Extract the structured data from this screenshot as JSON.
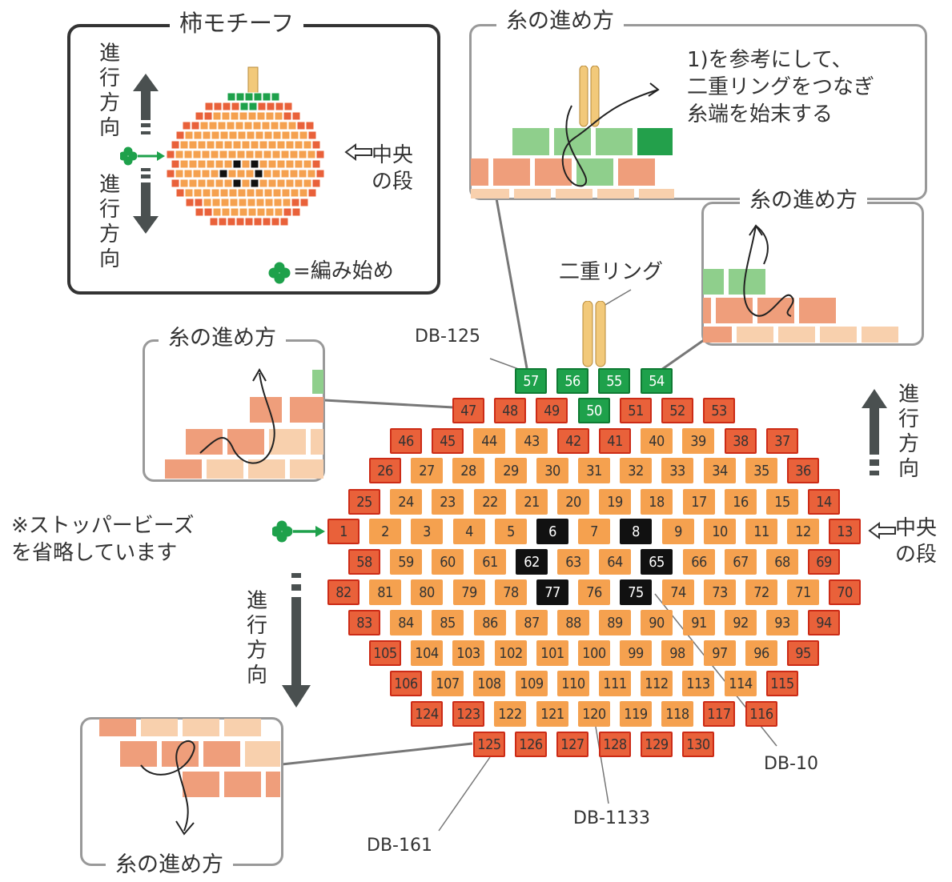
{
  "motif_box": {
    "title": "柿モチーフ",
    "arrow_up_text": "進\n行\n方\n向",
    "arrow_down_text": "進\n行\n方\n向",
    "center_row_text": "中央\nの段",
    "legend_text": "=編み始め"
  },
  "thread_path_label": "糸の進め方",
  "top_box_note": "1)を参考にして、\n二重リングをつなぎ\n糸端を始末する",
  "double_ring_label": "二重リング",
  "stopper_note": "※ストッパービーズ\nを省略しています",
  "direction_right": "進\n行\n方\n向",
  "direction_left": "進\n行\n方\n向",
  "center_row_label": "中央\nの段",
  "callouts": {
    "db125": "DB-125",
    "db10": "DB-10",
    "db1133": "DB-1133",
    "db161": "DB-161"
  },
  "colors": {
    "orange": "#f5a14f",
    "red": "#e9613a",
    "green": "#1ea14b",
    "black": "#111111",
    "pale_peach": "#f8d0ad",
    "salmon": "#ef9e7b",
    "pale_green": "#8fcf8c",
    "ring_yellow": "#f2c97a",
    "arrow_gray": "#4a5050"
  },
  "beads": [
    {
      "n": "57",
      "c": "green"
    },
    {
      "n": "56",
      "c": "green"
    },
    {
      "n": "55",
      "c": "green"
    },
    {
      "n": "54",
      "c": "green"
    },
    {
      "n": "47",
      "c": "red"
    },
    {
      "n": "48",
      "c": "red"
    },
    {
      "n": "49",
      "c": "red"
    },
    {
      "n": "50",
      "c": "green"
    },
    {
      "n": "51",
      "c": "red"
    },
    {
      "n": "52",
      "c": "red"
    },
    {
      "n": "53",
      "c": "red"
    },
    {
      "n": "46",
      "c": "red"
    },
    {
      "n": "45",
      "c": "red"
    },
    {
      "n": "44",
      "c": "orange"
    },
    {
      "n": "43",
      "c": "orange"
    },
    {
      "n": "42",
      "c": "red"
    },
    {
      "n": "41",
      "c": "red"
    },
    {
      "n": "40",
      "c": "orange"
    },
    {
      "n": "39",
      "c": "orange"
    },
    {
      "n": "38",
      "c": "red"
    },
    {
      "n": "37",
      "c": "red"
    },
    {
      "n": "26",
      "c": "red"
    },
    {
      "n": "27",
      "c": "orange"
    },
    {
      "n": "28",
      "c": "orange"
    },
    {
      "n": "29",
      "c": "orange"
    },
    {
      "n": "30",
      "c": "orange"
    },
    {
      "n": "31",
      "c": "orange"
    },
    {
      "n": "32",
      "c": "orange"
    },
    {
      "n": "33",
      "c": "orange"
    },
    {
      "n": "34",
      "c": "orange"
    },
    {
      "n": "35",
      "c": "orange"
    },
    {
      "n": "36",
      "c": "red"
    },
    {
      "n": "25",
      "c": "red"
    },
    {
      "n": "24",
      "c": "orange"
    },
    {
      "n": "23",
      "c": "orange"
    },
    {
      "n": "22",
      "c": "orange"
    },
    {
      "n": "21",
      "c": "orange"
    },
    {
      "n": "20",
      "c": "orange"
    },
    {
      "n": "19",
      "c": "orange"
    },
    {
      "n": "18",
      "c": "orange"
    },
    {
      "n": "17",
      "c": "orange"
    },
    {
      "n": "16",
      "c": "orange"
    },
    {
      "n": "15",
      "c": "orange"
    },
    {
      "n": "14",
      "c": "red"
    },
    {
      "n": "1",
      "c": "red"
    },
    {
      "n": "2",
      "c": "orange"
    },
    {
      "n": "3",
      "c": "orange"
    },
    {
      "n": "4",
      "c": "orange"
    },
    {
      "n": "5",
      "c": "orange"
    },
    {
      "n": "6",
      "c": "black"
    },
    {
      "n": "7",
      "c": "orange"
    },
    {
      "n": "8",
      "c": "black"
    },
    {
      "n": "9",
      "c": "orange"
    },
    {
      "n": "10",
      "c": "orange"
    },
    {
      "n": "11",
      "c": "orange"
    },
    {
      "n": "12",
      "c": "orange"
    },
    {
      "n": "13",
      "c": "red"
    },
    {
      "n": "58",
      "c": "red"
    },
    {
      "n": "59",
      "c": "orange"
    },
    {
      "n": "60",
      "c": "orange"
    },
    {
      "n": "61",
      "c": "orange"
    },
    {
      "n": "62",
      "c": "black"
    },
    {
      "n": "63",
      "c": "orange"
    },
    {
      "n": "64",
      "c": "orange"
    },
    {
      "n": "65",
      "c": "black"
    },
    {
      "n": "66",
      "c": "orange"
    },
    {
      "n": "67",
      "c": "orange"
    },
    {
      "n": "68",
      "c": "orange"
    },
    {
      "n": "69",
      "c": "red"
    },
    {
      "n": "82",
      "c": "red"
    },
    {
      "n": "81",
      "c": "orange"
    },
    {
      "n": "80",
      "c": "orange"
    },
    {
      "n": "79",
      "c": "orange"
    },
    {
      "n": "78",
      "c": "orange"
    },
    {
      "n": "77",
      "c": "black"
    },
    {
      "n": "76",
      "c": "orange"
    },
    {
      "n": "75",
      "c": "black"
    },
    {
      "n": "74",
      "c": "orange"
    },
    {
      "n": "73",
      "c": "orange"
    },
    {
      "n": "72",
      "c": "orange"
    },
    {
      "n": "71",
      "c": "orange"
    },
    {
      "n": "70",
      "c": "red"
    },
    {
      "n": "83",
      "c": "red"
    },
    {
      "n": "84",
      "c": "orange"
    },
    {
      "n": "85",
      "c": "orange"
    },
    {
      "n": "86",
      "c": "orange"
    },
    {
      "n": "87",
      "c": "orange"
    },
    {
      "n": "88",
      "c": "orange"
    },
    {
      "n": "89",
      "c": "orange"
    },
    {
      "n": "90",
      "c": "orange"
    },
    {
      "n": "91",
      "c": "orange"
    },
    {
      "n": "92",
      "c": "orange"
    },
    {
      "n": "93",
      "c": "orange"
    },
    {
      "n": "94",
      "c": "red"
    },
    {
      "n": "105",
      "c": "red"
    },
    {
      "n": "104",
      "c": "orange"
    },
    {
      "n": "103",
      "c": "orange"
    },
    {
      "n": "102",
      "c": "orange"
    },
    {
      "n": "101",
      "c": "orange"
    },
    {
      "n": "100",
      "c": "orange"
    },
    {
      "n": "99",
      "c": "orange"
    },
    {
      "n": "98",
      "c": "orange"
    },
    {
      "n": "97",
      "c": "orange"
    },
    {
      "n": "96",
      "c": "orange"
    },
    {
      "n": "95",
      "c": "red"
    },
    {
      "n": "106",
      "c": "red"
    },
    {
      "n": "107",
      "c": "orange"
    },
    {
      "n": "108",
      "c": "orange"
    },
    {
      "n": "109",
      "c": "orange"
    },
    {
      "n": "110",
      "c": "orange"
    },
    {
      "n": "111",
      "c": "orange"
    },
    {
      "n": "112",
      "c": "orange"
    },
    {
      "n": "113",
      "c": "orange"
    },
    {
      "n": "114",
      "c": "orange"
    },
    {
      "n": "115",
      "c": "red"
    },
    {
      "n": "124",
      "c": "red"
    },
    {
      "n": "123",
      "c": "red"
    },
    {
      "n": "122",
      "c": "orange"
    },
    {
      "n": "121",
      "c": "orange"
    },
    {
      "n": "120",
      "c": "orange"
    },
    {
      "n": "119",
      "c": "orange"
    },
    {
      "n": "118",
      "c": "orange"
    },
    {
      "n": "117",
      "c": "red"
    },
    {
      "n": "116",
      "c": "red"
    },
    {
      "n": "125",
      "c": "red"
    },
    {
      "n": "126",
      "c": "red"
    },
    {
      "n": "127",
      "c": "red"
    },
    {
      "n": "128",
      "c": "red"
    },
    {
      "n": "129",
      "c": "red"
    },
    {
      "n": "130",
      "c": "red"
    }
  ]
}
